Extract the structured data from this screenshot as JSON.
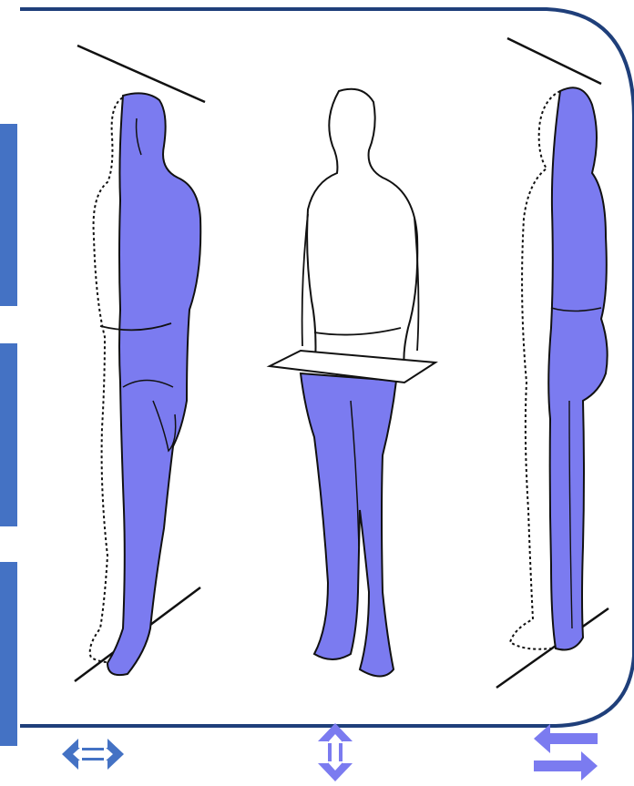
{
  "diagram": {
    "views": [
      {
        "name": "sagittal-plane-view",
        "motion": "left-right"
      },
      {
        "name": "transverse-plane-view",
        "motion": "up-down"
      },
      {
        "name": "frontal-plane-view",
        "motion": "front-back"
      }
    ],
    "colors": {
      "frame": "#1f3f7a",
      "tab": "#4472c4",
      "highlight": "#7b7bf0",
      "outline": "#111111"
    },
    "icons": [
      "left-right-arrow-icon",
      "up-down-arrow-icon",
      "swap-arrows-icon"
    ]
  }
}
